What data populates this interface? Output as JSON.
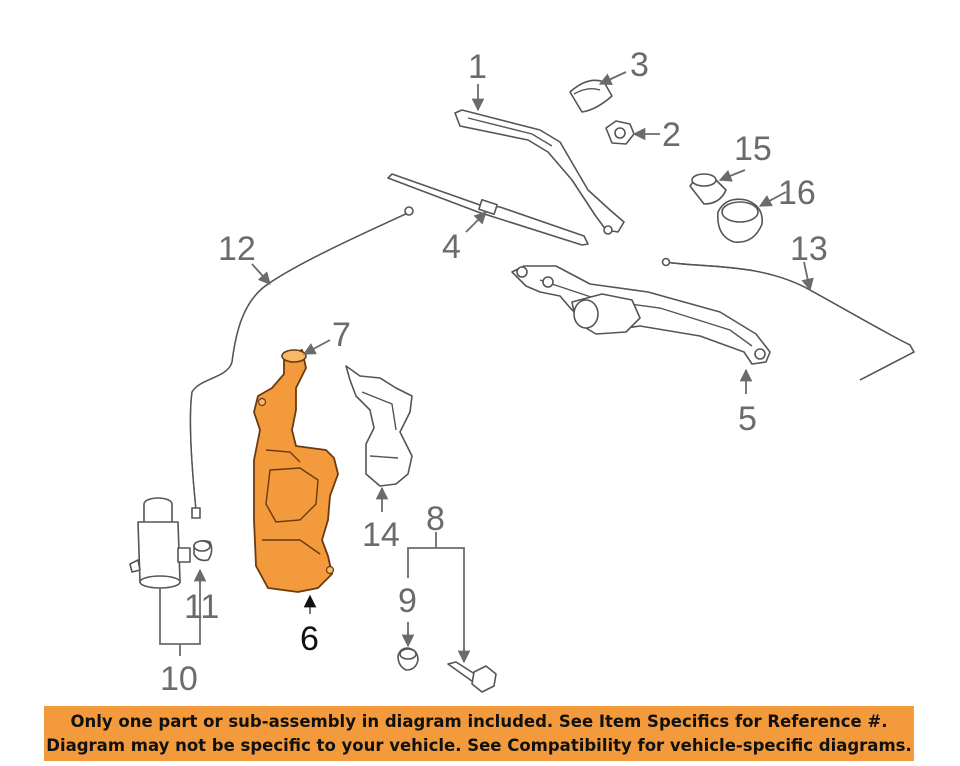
{
  "callouts": {
    "c1": "1",
    "c2": "2",
    "c3": "3",
    "c4": "4",
    "c5": "5",
    "c6": "6",
    "c7": "7",
    "c8": "8",
    "c9": "9",
    "c10": "10",
    "c11": "11",
    "c12": "12",
    "c13": "13",
    "c14": "14",
    "c15": "15",
    "c16": "16"
  },
  "highlight_color": "#f29a3c",
  "banner": {
    "line1": "Only one part or sub-assembly in diagram included. See Item Specifics for Reference #.",
    "line2": "Diagram may not be specific to your vehicle. See Compatibility for vehicle-specific diagrams."
  }
}
